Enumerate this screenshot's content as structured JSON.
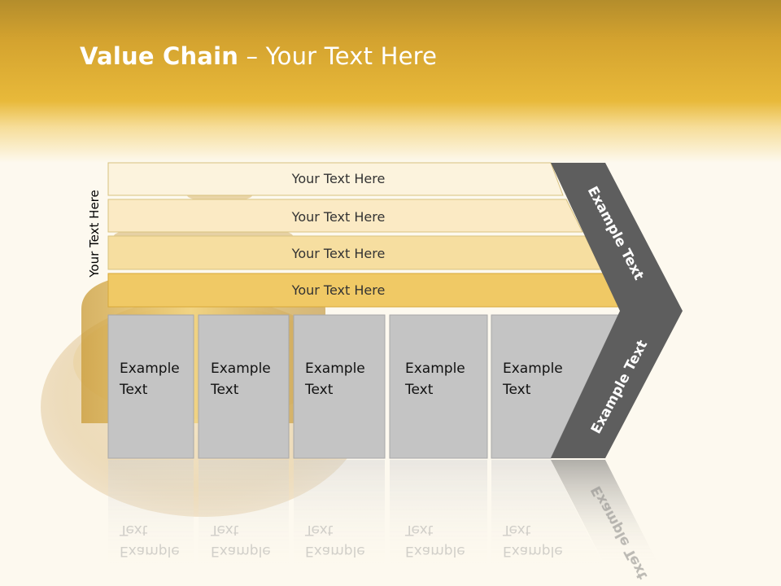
{
  "title": {
    "bold": "Value Chain",
    "rest": " – Your Text Here"
  },
  "side_label": "Your Text Here",
  "bands": [
    {
      "label": "Your Text Here",
      "color": "#fcf3dd"
    },
    {
      "label": "Your Text Here",
      "color": "#fbeac4"
    },
    {
      "label": "Your Text Here",
      "color": "#f6dea0"
    },
    {
      "label": "Your Text Here",
      "color": "#f0c965"
    }
  ],
  "boxes": [
    {
      "line1": "Example",
      "line2": "Text"
    },
    {
      "line1": "Example",
      "line2": "Text"
    },
    {
      "line1": "Example",
      "line2": "Text"
    },
    {
      "line1": "Example",
      "line2": "Text"
    },
    {
      "line1": "Example",
      "line2": "Text"
    }
  ],
  "chevron": {
    "upper": "Example Text",
    "lower": "Example Text"
  },
  "colors": {
    "header": "#e8b93a",
    "box": "#c4c4c4",
    "chevron": "#5e5e5e",
    "background": "#fdf9ef"
  }
}
